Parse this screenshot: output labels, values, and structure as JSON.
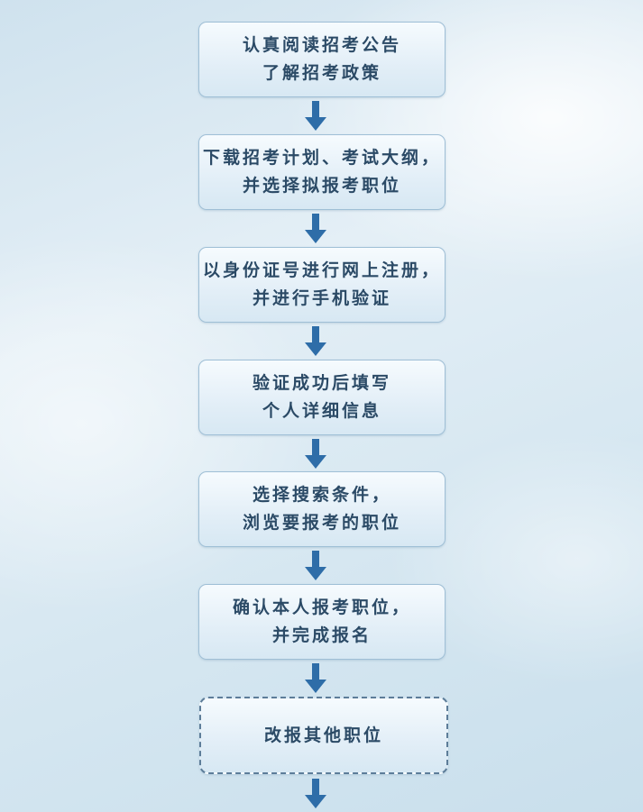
{
  "flowchart": {
    "steps": [
      {
        "line1": "认真阅读招考公告",
        "line2": "了解招考政策"
      },
      {
        "line1": "下载招考计划、考试大纲，",
        "line2": "并选择拟报考职位"
      },
      {
        "line1": "以身份证号进行网上注册，",
        "line2": "并进行手机验证"
      },
      {
        "line1": "验证成功后填写",
        "line2": "个人详细信息"
      },
      {
        "line1": "选择搜索条件，",
        "line2": "浏览要报考的职位"
      },
      {
        "line1": "确认本人报考职位，",
        "line2": "并完成报名"
      },
      {
        "line1": "改报其他职位",
        "line2": ""
      }
    ],
    "colors": {
      "arrow": "#2e6da8",
      "text": "#2b4a66",
      "box_border": "#9fbfd6",
      "dashed_border": "#5d7d99"
    }
  }
}
